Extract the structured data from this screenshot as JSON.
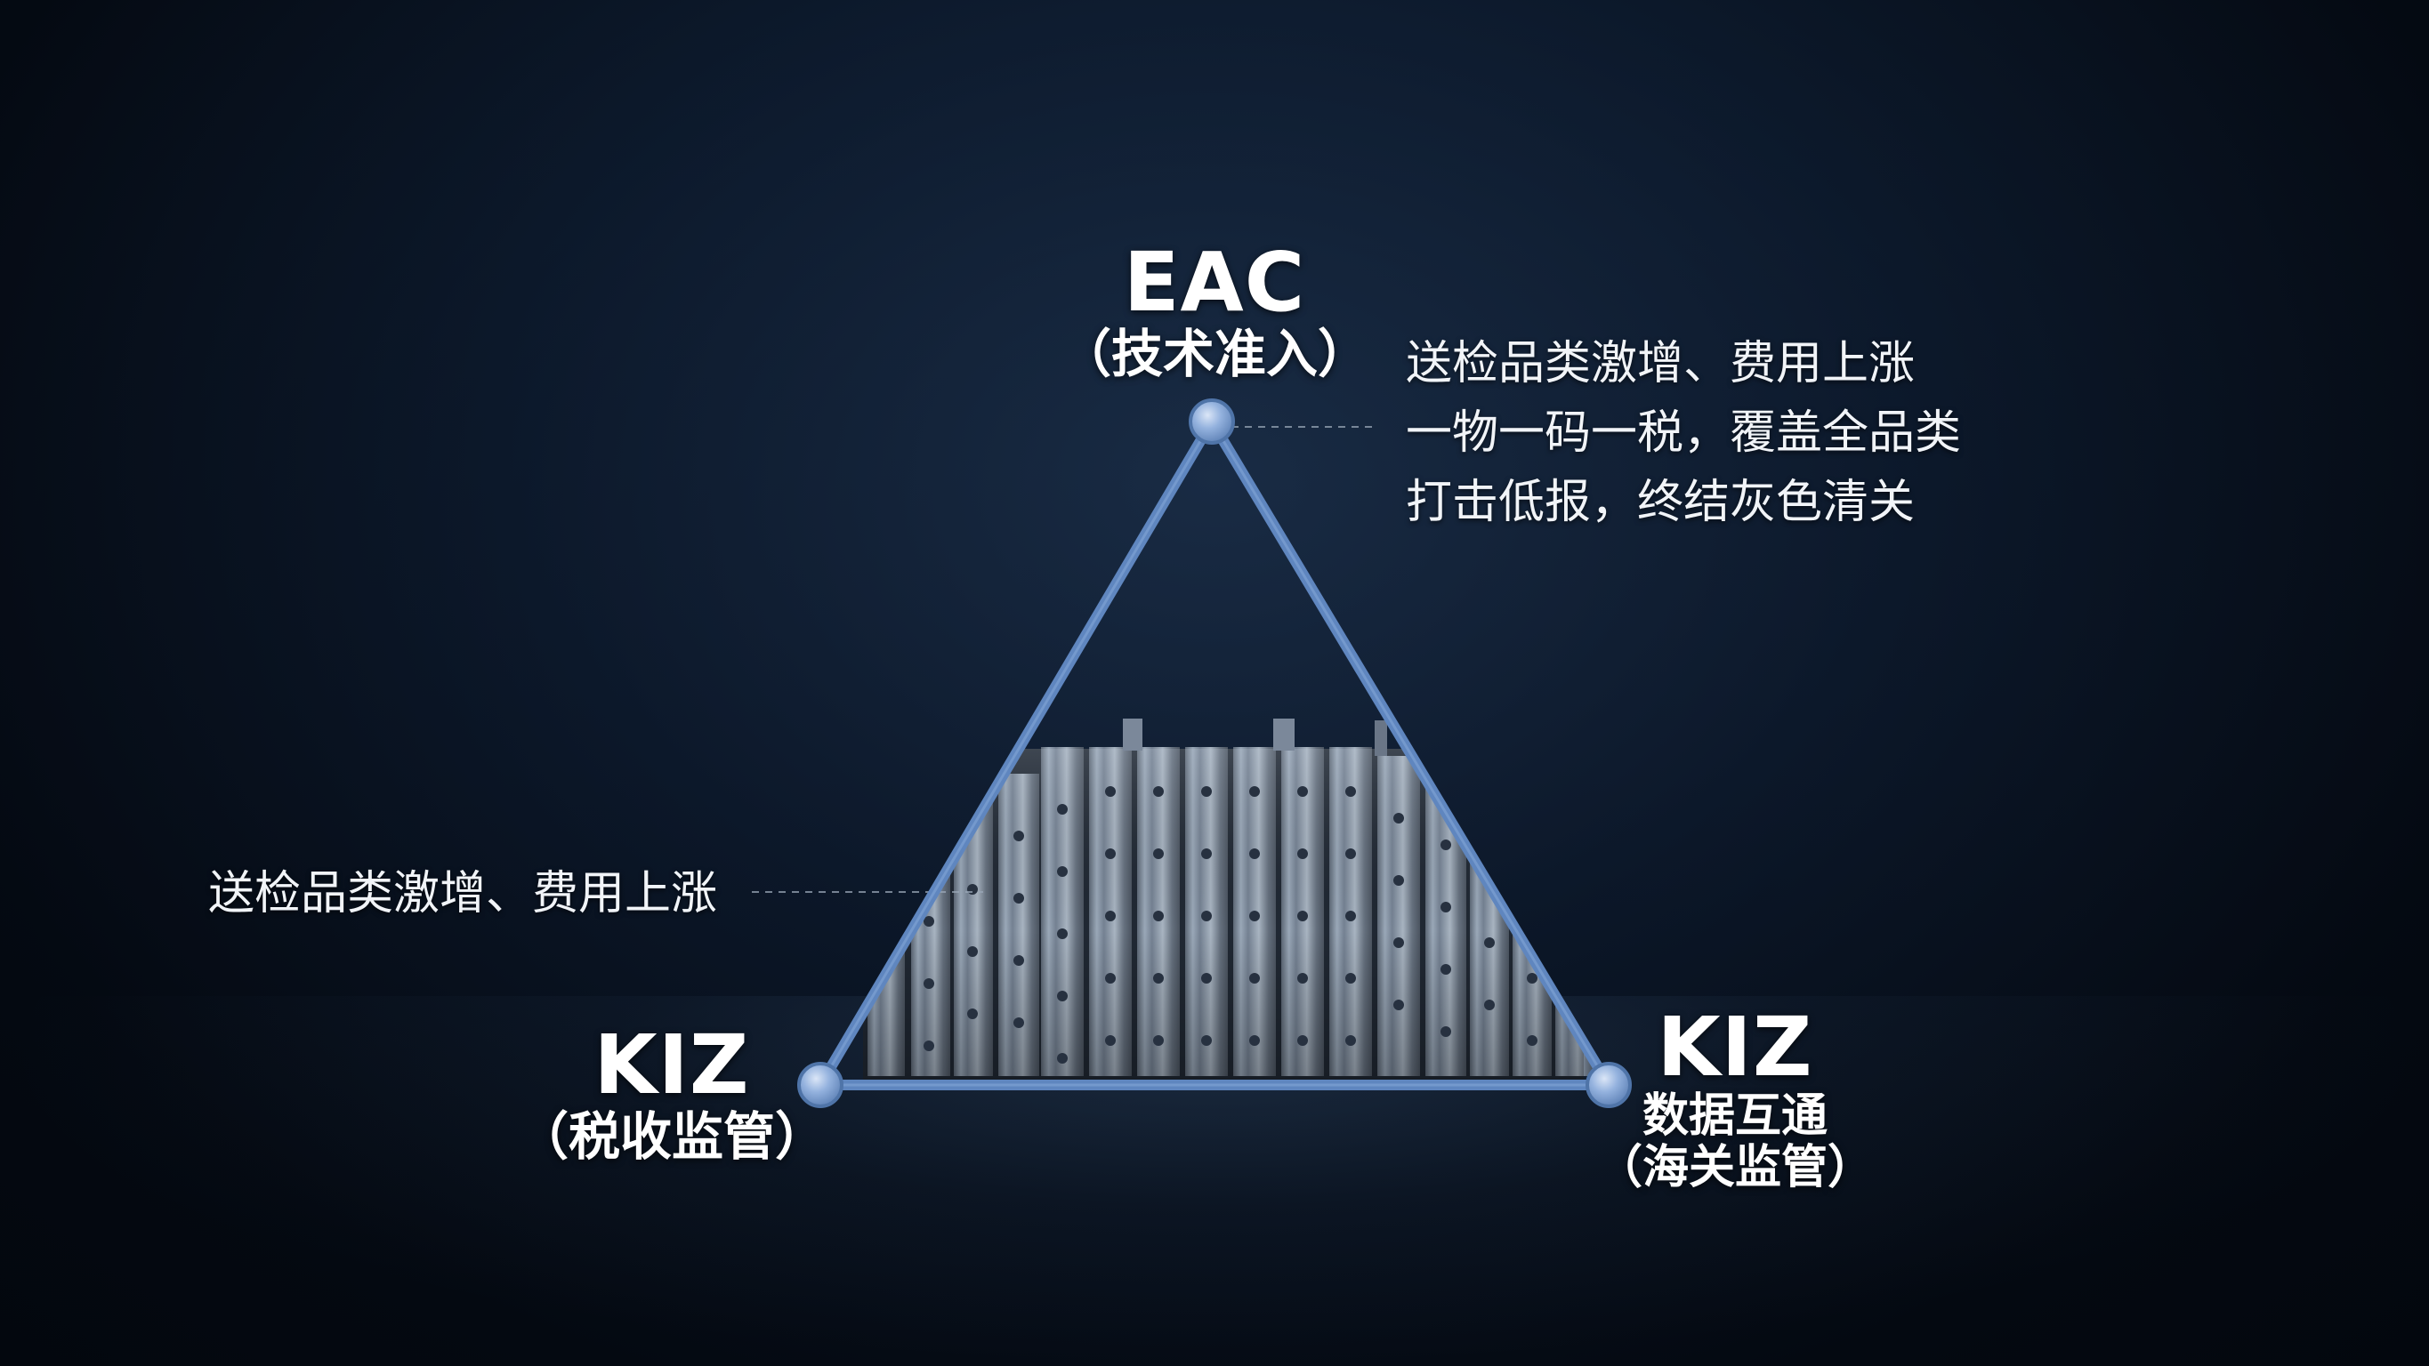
{
  "diagram": {
    "top_vertex": {
      "title": "EAC",
      "subtitle": "（技术准入）"
    },
    "left_vertex": {
      "title": "KIZ",
      "subtitle": "（税收监管）"
    },
    "right_vertex": {
      "title": "KIZ",
      "subtitle_1": "数据互通",
      "subtitle_2": "（海关监管）"
    },
    "callout_right": {
      "lines": [
        "送检品类激增、费用上涨",
        "一物一码一税，覆盖全品类",
        "打击低报，终结灰色清关"
      ]
    },
    "callout_left": {
      "line": "送检品类激增、费用上涨"
    }
  },
  "colors": {
    "background": "#07101d",
    "triangle_stroke": "#5f86bf",
    "node_fill": "#8eaee0",
    "steel": "#7e8da0",
    "text": "#ffffff"
  },
  "icons": {
    "center_visual": "steel-wall-icon"
  }
}
